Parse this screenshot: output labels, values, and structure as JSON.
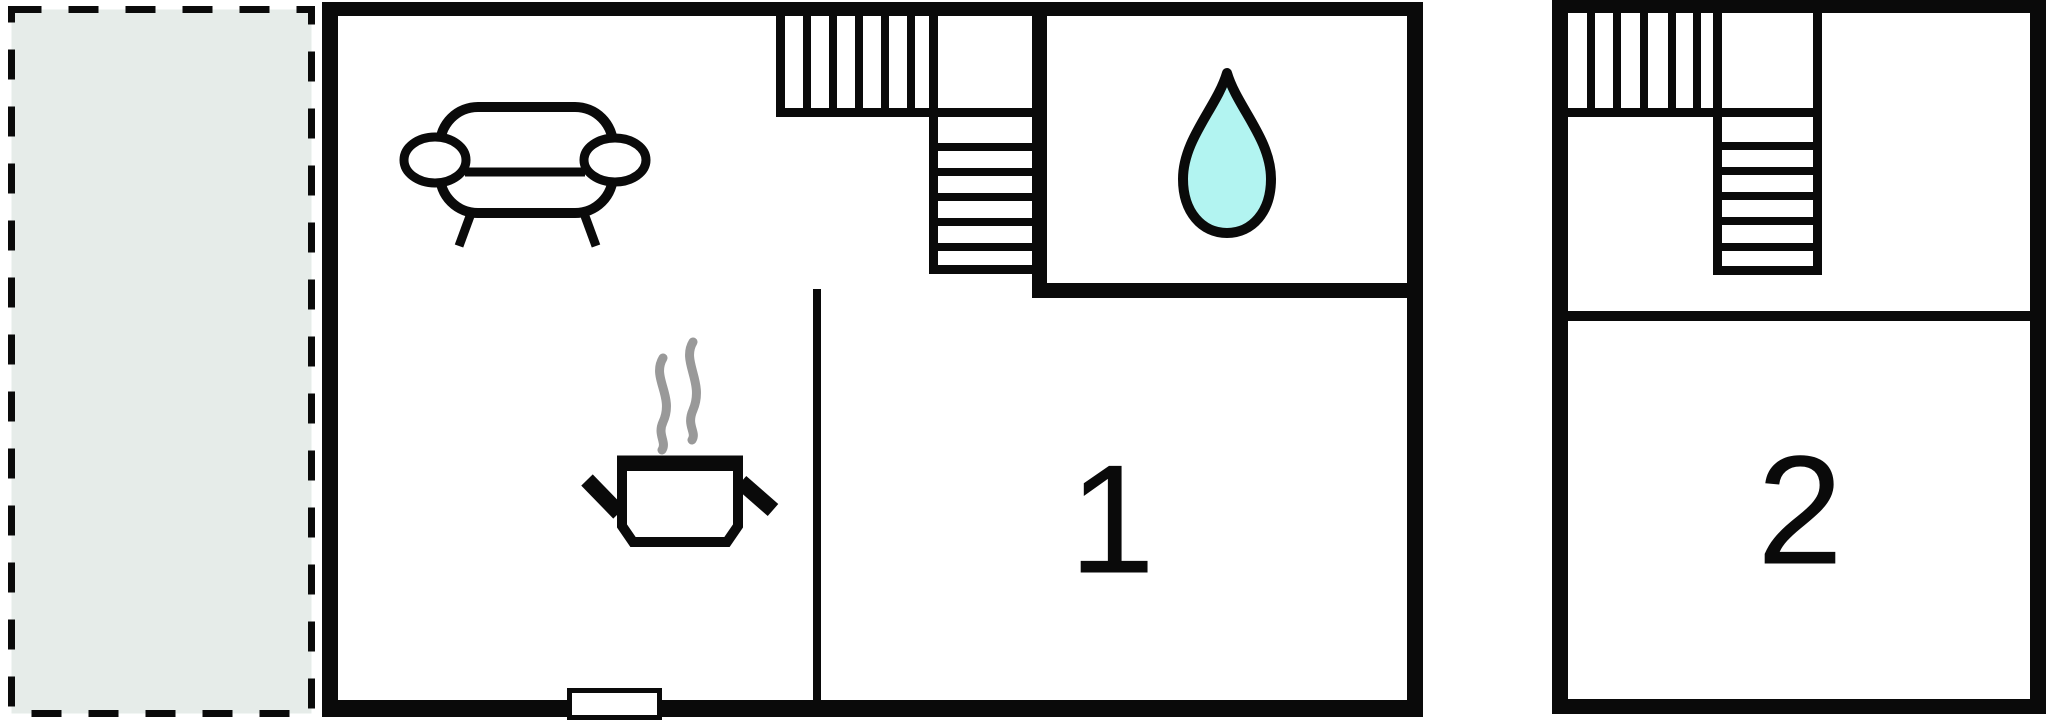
{
  "rooms": [
    {
      "label": "1"
    },
    {
      "label": "2"
    }
  ],
  "icons": [
    "terrace-dashed-area",
    "sofa-icon",
    "stairs-icon",
    "water-drop-icon",
    "cooking-pot-icon",
    "steam-icon",
    "door-marker"
  ],
  "colors": {
    "wall": "#0a0a0a",
    "terrace_fill": "#e6ece9",
    "water_drop_fill": "#b2f4f1",
    "steam": "#999999",
    "background": "#ffffff"
  }
}
